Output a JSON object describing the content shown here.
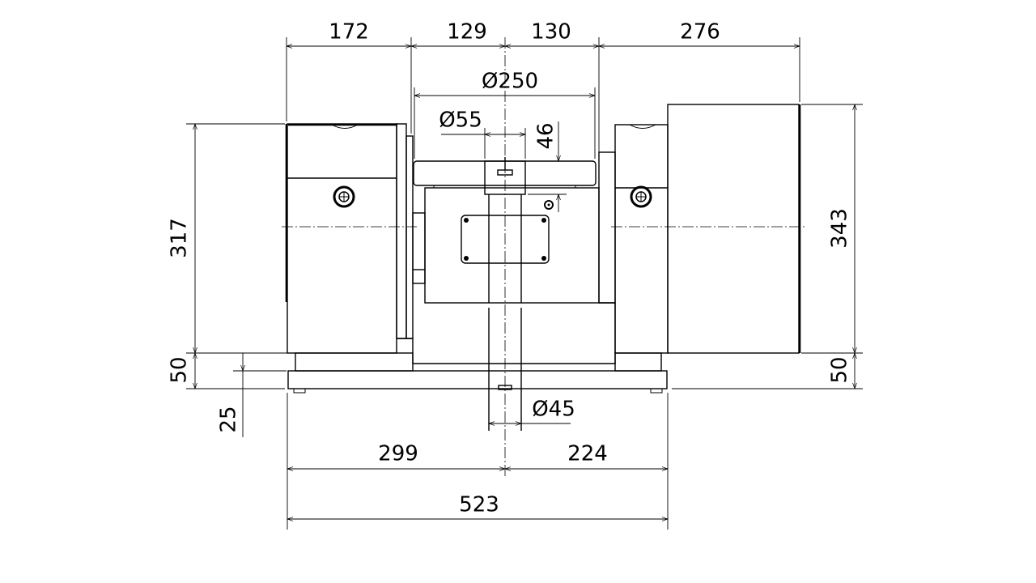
{
  "dimensions": {
    "left_housing_width": "172",
    "half_left": "129",
    "half_right": "130",
    "right_housing_width": "276",
    "disc_diameter": "Ø250",
    "hub_diameter": "Ø55",
    "hub_height": "46",
    "left_height": "317",
    "right_height": "343",
    "left_base_height": "50",
    "right_base_height": "50",
    "plate_thickness": "25",
    "shaft_diameter": "Ø45",
    "base_left": "299",
    "base_right": "224",
    "base_total": "523"
  }
}
